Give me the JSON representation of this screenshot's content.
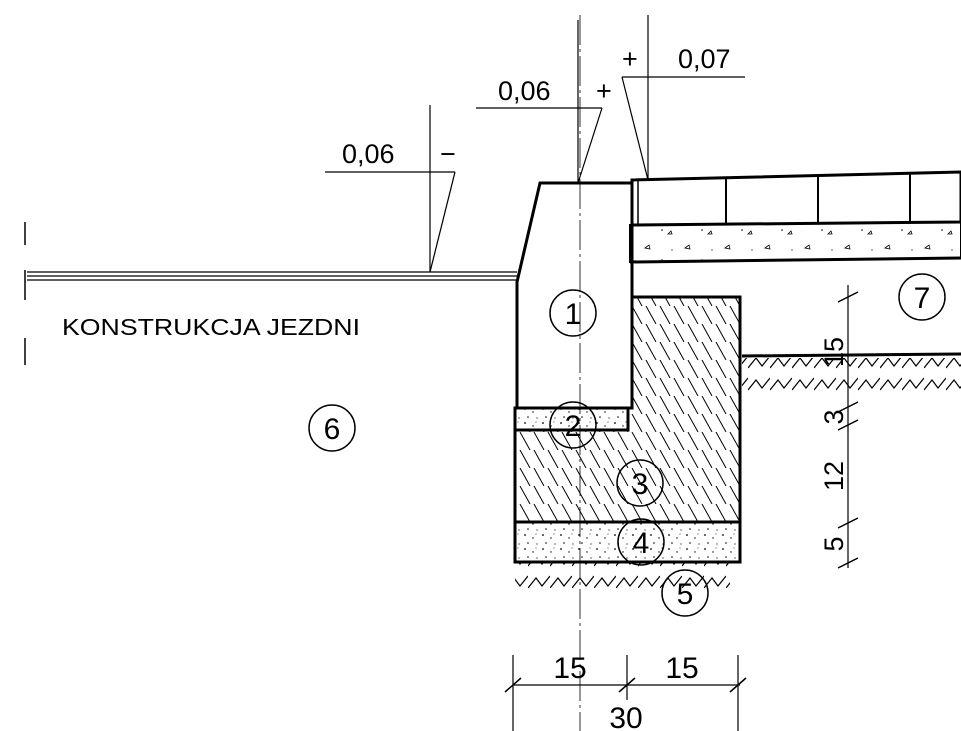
{
  "labels": {
    "road": "KONSTRUKCJA JEZDNI"
  },
  "levels": [
    {
      "value": "0,06",
      "sign": "−"
    },
    {
      "value": "0,06",
      "sign": "+"
    },
    {
      "value": "0,07",
      "sign": "+"
    }
  ],
  "markers": [
    "1",
    "2",
    "3",
    "4",
    "5",
    "6",
    "7"
  ],
  "dimensions": {
    "vertical": [
      "15",
      "3",
      "12",
      "5"
    ],
    "horizontal": [
      "15",
      "15",
      "30"
    ]
  }
}
